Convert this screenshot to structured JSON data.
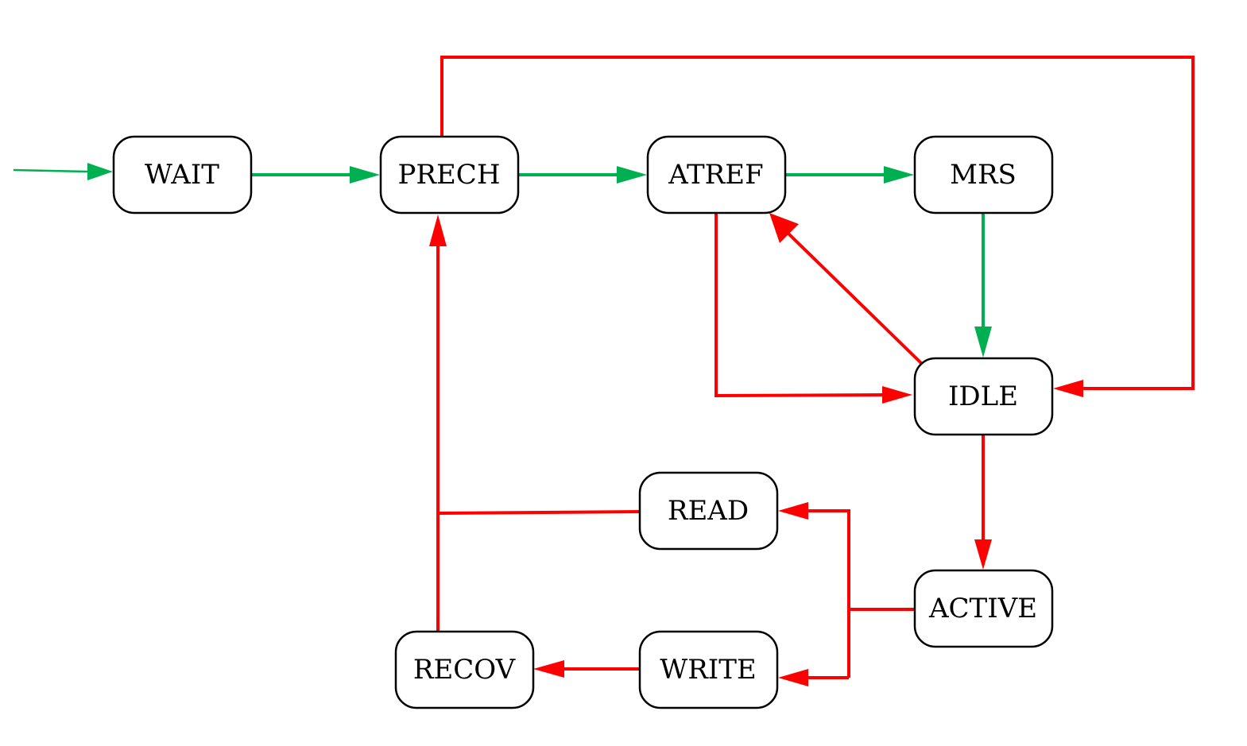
{
  "colors": {
    "green": "#00b050",
    "red": "#ff0000",
    "box_stroke": "#000000",
    "background": "#ffffff"
  },
  "states": {
    "wait": "WAIT",
    "prech": "PRECH",
    "atref": "ATREF",
    "mrs": "MRS",
    "idle": "IDLE",
    "read": "READ",
    "active": "ACTIVE",
    "recov": "RECOV",
    "write": "WRITE"
  },
  "transitions": [
    {
      "from": "start",
      "to": "WAIT",
      "color": "green"
    },
    {
      "from": "WAIT",
      "to": "PRECH",
      "color": "green"
    },
    {
      "from": "PRECH",
      "to": "ATREF",
      "color": "green"
    },
    {
      "from": "ATREF",
      "to": "MRS",
      "color": "green"
    },
    {
      "from": "MRS",
      "to": "IDLE",
      "color": "green"
    },
    {
      "from": "PRECH",
      "to": "IDLE",
      "color": "red"
    },
    {
      "from": "ATREF",
      "to": "IDLE",
      "color": "red"
    },
    {
      "from": "IDLE",
      "to": "ATREF",
      "color": "red"
    },
    {
      "from": "IDLE",
      "to": "ACTIVE",
      "color": "red"
    },
    {
      "from": "ACTIVE",
      "to": "READ",
      "color": "red"
    },
    {
      "from": "ACTIVE",
      "to": "WRITE",
      "color": "red"
    },
    {
      "from": "READ",
      "to": "PRECH",
      "color": "red"
    },
    {
      "from": "WRITE",
      "to": "RECOV",
      "color": "red"
    },
    {
      "from": "RECOV",
      "to": "PRECH",
      "color": "red"
    }
  ]
}
